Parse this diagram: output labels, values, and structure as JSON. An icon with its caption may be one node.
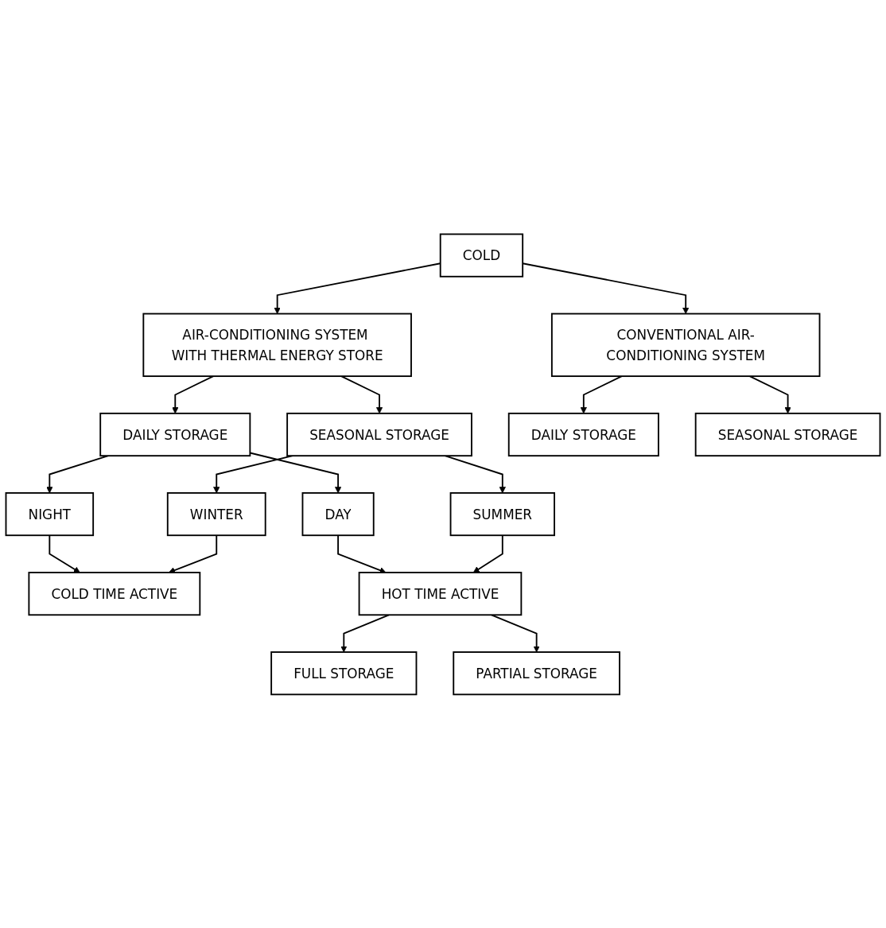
{
  "diagram": {
    "nodes": [
      {
        "text": [
          "COLD"
        ]
      },
      {
        "text": [
          "AIR-CONDITIONING SYSTEM WITH THERMAL ENERGY STORE"
        ]
      },
      {
        "text": [
          "CONVENTIONAL AIR-CONDITIONING SYSTEM"
        ]
      },
      {
        "text": [
          "DAILY STORAGE"
        ]
      },
      {
        "text": [
          "SEASONAL STORAGE"
        ]
      },
      {
        "text": [
          "DAILY STORAGE"
        ]
      },
      {
        "text": [
          "SEASONAL STORAGE"
        ]
      },
      {
        "text": [
          "NIGHT"
        ]
      },
      {
        "text": [
          "COLD TIME ACTIVE"
        ]
      },
      {
        "text": [
          "WINTER"
        ]
      },
      {
        "text": [
          "DAY"
        ]
      },
      {
        "text": [
          "HOT TIME ACTIVE"
        ]
      },
      {
        "text": [
          "SUMMER"
        ]
      },
      {
        "text": [
          "FULL STORAGE"
        ]
      },
      {
        "text": [
          "PARTIAL STORAGE"
        ]
      }
    ],
    "edges": [
      {
        "from": 0,
        "to": 1,
        "arrow": "to"
      },
      {
        "from": 0,
        "to": 2,
        "arrow": "to"
      },
      {
        "from": 1,
        "to": 3,
        "arrow": "to"
      },
      {
        "from": 1,
        "to": 4,
        "arrow": "to"
      },
      {
        "from": 2,
        "to": 5,
        "arrow": "to"
      },
      {
        "from": 2,
        "to": 6,
        "arrow": "to"
      },
      {
        "from": 3,
        "to": 7,
        "arrow": "to"
      },
      {
        "from": 3,
        "to": 10,
        "arrow": "to"
      },
      {
        "from": 4,
        "to": 9,
        "arrow": "to"
      },
      {
        "from": 4,
        "to": 12,
        "arrow": "to"
      },
      {
        "from": 7,
        "to": 8,
        "arrow": "to"
      },
      {
        "from": 9,
        "to": 8,
        "arrow": "to"
      },
      {
        "from": 10,
        "to": 11,
        "arrow": "to"
      },
      {
        "from": 12,
        "to": 11,
        "arrow": "to"
      },
      {
        "from": 11,
        "to": 13,
        "arrow": "to"
      },
      {
        "from": 11,
        "to": 14,
        "arrow": "to"
      }
    ]
  }
}
